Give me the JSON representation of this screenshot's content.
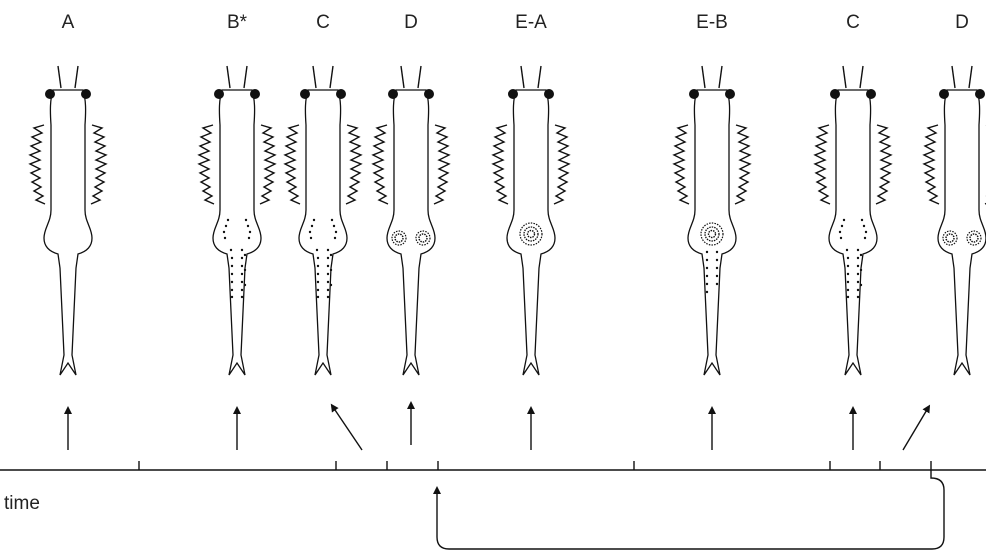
{
  "stages": [
    {
      "label": "A",
      "pattern": "none"
    },
    {
      "label": "B*",
      "pattern": "dots"
    },
    {
      "label": "C",
      "pattern": "dots"
    },
    {
      "label": "D",
      "pattern": "clusters"
    },
    {
      "label": "E-A",
      "pattern": "center-cluster"
    },
    {
      "label": "E-B",
      "pattern": "center-cluster-dots"
    },
    {
      "label": "C",
      "pattern": "dots"
    },
    {
      "label": "D",
      "pattern": "clusters"
    }
  ],
  "axis": {
    "label": "time"
  },
  "colors": {
    "ink": "#111111",
    "background": "#ffffff"
  }
}
